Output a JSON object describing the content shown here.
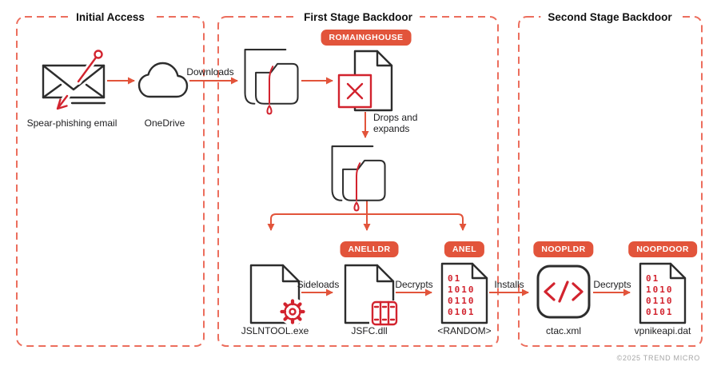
{
  "sections": [
    {
      "title": "Initial Access"
    },
    {
      "title": "First Stage Backdoor"
    },
    {
      "title": "Second Stage Backdoor"
    }
  ],
  "nodes": {
    "email": {
      "label": "Spear-phishing email",
      "icon": "spear-phishing-email-icon"
    },
    "onedrive": {
      "label": "OneDrive",
      "icon": "cloud-icon"
    },
    "archive1": {
      "icon": "zipped-folder-icon"
    },
    "romainghouse": {
      "badge": "ROMAINGHOUSE",
      "icon": "blocked-document-icon"
    },
    "archive2": {
      "icon": "zipped-folder-icon"
    },
    "jslntool": {
      "label": "JSLNTOOL.exe",
      "icon": "gear-document-icon"
    },
    "anelldr": {
      "badge": "ANELLDR",
      "label": "JSFC.dll",
      "icon": "library-document-icon"
    },
    "anel": {
      "badge": "ANEL",
      "label": "<RANDOM>",
      "icon": "binary-document-icon"
    },
    "noopldr": {
      "badge": "NOOPLDR",
      "label": "ctac.xml",
      "icon": "code-file-icon"
    },
    "noopdoor": {
      "badge": "NOOPDOOR",
      "label": "vpnikeapi.dat",
      "icon": "binary-document-icon"
    }
  },
  "edges": {
    "downloads": "Downloads",
    "drops": "Drops and expands",
    "sideloads": "Sideloads",
    "decrypts1": "Decrypts",
    "installs": "Installs",
    "decrypts2": "Decrypts"
  },
  "binary": {
    "rows": [
      "01",
      "1010",
      "0110",
      "0101"
    ]
  },
  "colors": {
    "accent": "#e2543b",
    "dash": "#ec6e5d",
    "icon_red": "#d2232e",
    "stroke": "#2d2d2d",
    "text": "#1d1d1f",
    "muted": "#a6a6a6"
  },
  "footer": {
    "copyright": "©2025 TREND MICRO"
  }
}
